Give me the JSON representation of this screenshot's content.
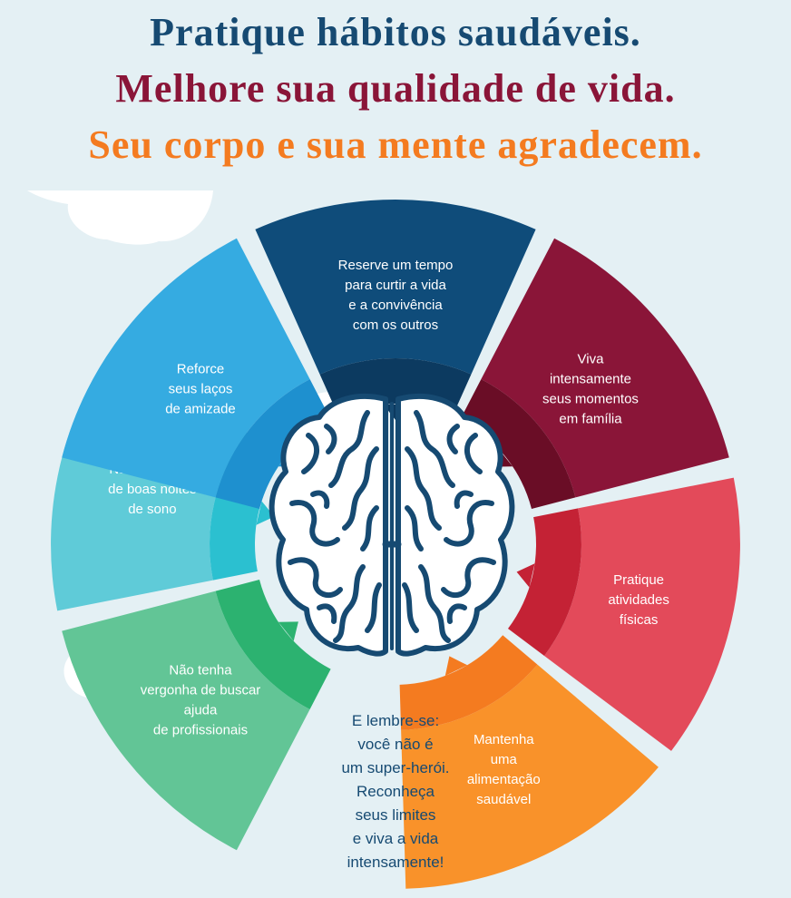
{
  "titles": [
    {
      "text": "Pratique hábitos saudáveis.",
      "color": "#164a72"
    },
    {
      "text": "Melhore sua qualidade de vida.",
      "color": "#8a1538"
    },
    {
      "text": "Seu corpo e sua mente agradecem.",
      "color": "#f47b20"
    }
  ],
  "center_icon": "brain-icon",
  "segments": [
    {
      "color": "#0f4c7a",
      "inner_color": "#0c3a60",
      "lines": [
        "Reserve um tempo",
        "para curtir a vida",
        "e a convivência",
        "com os outros"
      ]
    },
    {
      "color": "#8a1538",
      "inner_color": "#6a0d26",
      "lines": [
        "Viva",
        "intensamente",
        "seus momentos",
        "em família"
      ]
    },
    {
      "color": "#e34a5a",
      "inner_color": "#c42235",
      "lines": [
        "Pratique",
        "atividades",
        "físicas"
      ]
    },
    {
      "color": "#f9922a",
      "inner_color": "#f47b20",
      "lines": [
        "Mantenha",
        "uma",
        "alimentação",
        "saudável"
      ]
    },
    {
      "color": "#62c596",
      "inner_color": "#2cb270",
      "lines": [
        "Não tenha",
        "vergonha de buscar",
        "ajuda",
        "de profissionais"
      ]
    },
    {
      "color": "#5fcbd8",
      "inner_color": "#2bc0d0",
      "lines": [
        "Não abra mão",
        "de boas noites",
        "de sono"
      ]
    },
    {
      "color": "#35abe1",
      "inner_color": "#1e90cf",
      "lines": [
        "Reforce",
        "seus laços",
        "de amizade"
      ]
    }
  ],
  "reminder": {
    "color": "#164a72",
    "lines": [
      "E lembre-se:",
      "você não é",
      "um super-herói.",
      "Reconheça",
      "seus limites",
      "e viva a vida",
      "intensamente!"
    ]
  }
}
